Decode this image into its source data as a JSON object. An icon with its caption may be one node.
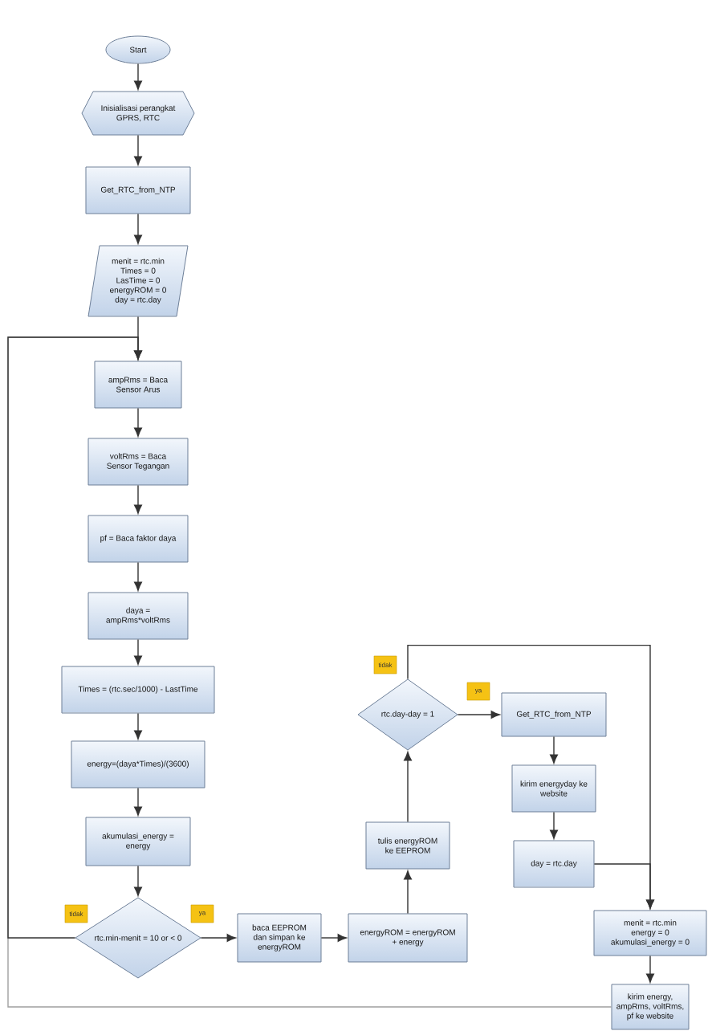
{
  "diagram": {
    "nodes": [
      {
        "text": [
          "Start"
        ]
      },
      {
        "text": [
          "Inisialisasi perangkat GPRS, RTC"
        ]
      },
      {
        "text": [
          "Get_RTC_from_NTP"
        ]
      },
      {
        "text": [
          "menit = rtc.min",
          "Times = 0",
          "LasTime = 0",
          "energyROM = 0",
          "day = rtc.day"
        ]
      },
      {
        "text": [
          "ampRms = Baca Sensor Arus"
        ]
      },
      {
        "text": [
          "voltRms = Baca Sensor Tegangan"
        ]
      },
      {
        "text": [
          "pf = Baca faktor daya"
        ]
      },
      {
        "text": [
          "daya = ampRms*voltRms"
        ]
      },
      {
        "text": [
          "Times = (rtc.sec/1000) - LastTime"
        ]
      },
      {
        "text": [
          "energy=(daya*Times)/(3600)"
        ]
      },
      {
        "text": [
          "akumulasi_energy = energy"
        ]
      },
      {
        "text": [
          "rtc.min-menit = 10 or < 0"
        ]
      },
      {
        "text": [
          "baca EEPROM dan simpan ke energyROM"
        ]
      },
      {
        "text": [
          "energyROM = energyROM + energy"
        ]
      },
      {
        "text": [
          "tulis energyROM ke EEPROM"
        ]
      },
      {
        "text": [
          "rtc.day-day = 1"
        ]
      },
      {
        "text": [
          "Get_RTC_from_NTP"
        ]
      },
      {
        "text": [
          "kirim energyday ke website"
        ]
      },
      {
        "text": [
          "day = rtc.day"
        ]
      },
      {
        "text": [
          "menit = rtc.min",
          "energy = 0",
          "akumulasi_energy = 0"
        ]
      },
      {
        "text": [
          "kirim energy, ampRms, voltRms, pf ke website"
        ]
      }
    ],
    "edges": [
      {
        "from": 0,
        "to": 1,
        "arrow": "to"
      },
      {
        "from": 1,
        "to": 2,
        "arrow": "to"
      },
      {
        "from": 2,
        "to": 3,
        "arrow": "to"
      },
      {
        "from": 3,
        "to": 4,
        "arrow": "to"
      },
      {
        "from": 4,
        "to": 5,
        "arrow": "to"
      },
      {
        "from": 5,
        "to": 6,
        "arrow": "to"
      },
      {
        "from": 6,
        "to": 7,
        "arrow": "to"
      },
      {
        "from": 7,
        "to": 8,
        "arrow": "to"
      },
      {
        "from": 8,
        "to": 9,
        "arrow": "to"
      },
      {
        "from": 9,
        "to": 10,
        "arrow": "to"
      },
      {
        "from": 10,
        "to": 11,
        "arrow": "to"
      },
      {
        "from": 11,
        "to": 12,
        "arrow": "to",
        "label": "ya"
      },
      {
        "from": 11,
        "to": 4,
        "arrow": "to",
        "label": "tidak"
      },
      {
        "from": 12,
        "to": 13,
        "arrow": "to"
      },
      {
        "from": 13,
        "to": 14,
        "arrow": "to"
      },
      {
        "from": 14,
        "to": 15,
        "arrow": "to"
      },
      {
        "from": 15,
        "to": 16,
        "arrow": "to",
        "label": "ya"
      },
      {
        "from": 15,
        "to": 19,
        "arrow": "to",
        "label": "tidak"
      },
      {
        "from": 16,
        "to": 17,
        "arrow": "to"
      },
      {
        "from": 17,
        "to": 18,
        "arrow": "to"
      },
      {
        "from": 18,
        "to": 19,
        "arrow": "to"
      },
      {
        "from": 19,
        "to": 20,
        "arrow": "to"
      },
      {
        "from": 20,
        "to": 4,
        "arrow": "to",
        "color": "#a0a0a0"
      }
    ]
  }
}
